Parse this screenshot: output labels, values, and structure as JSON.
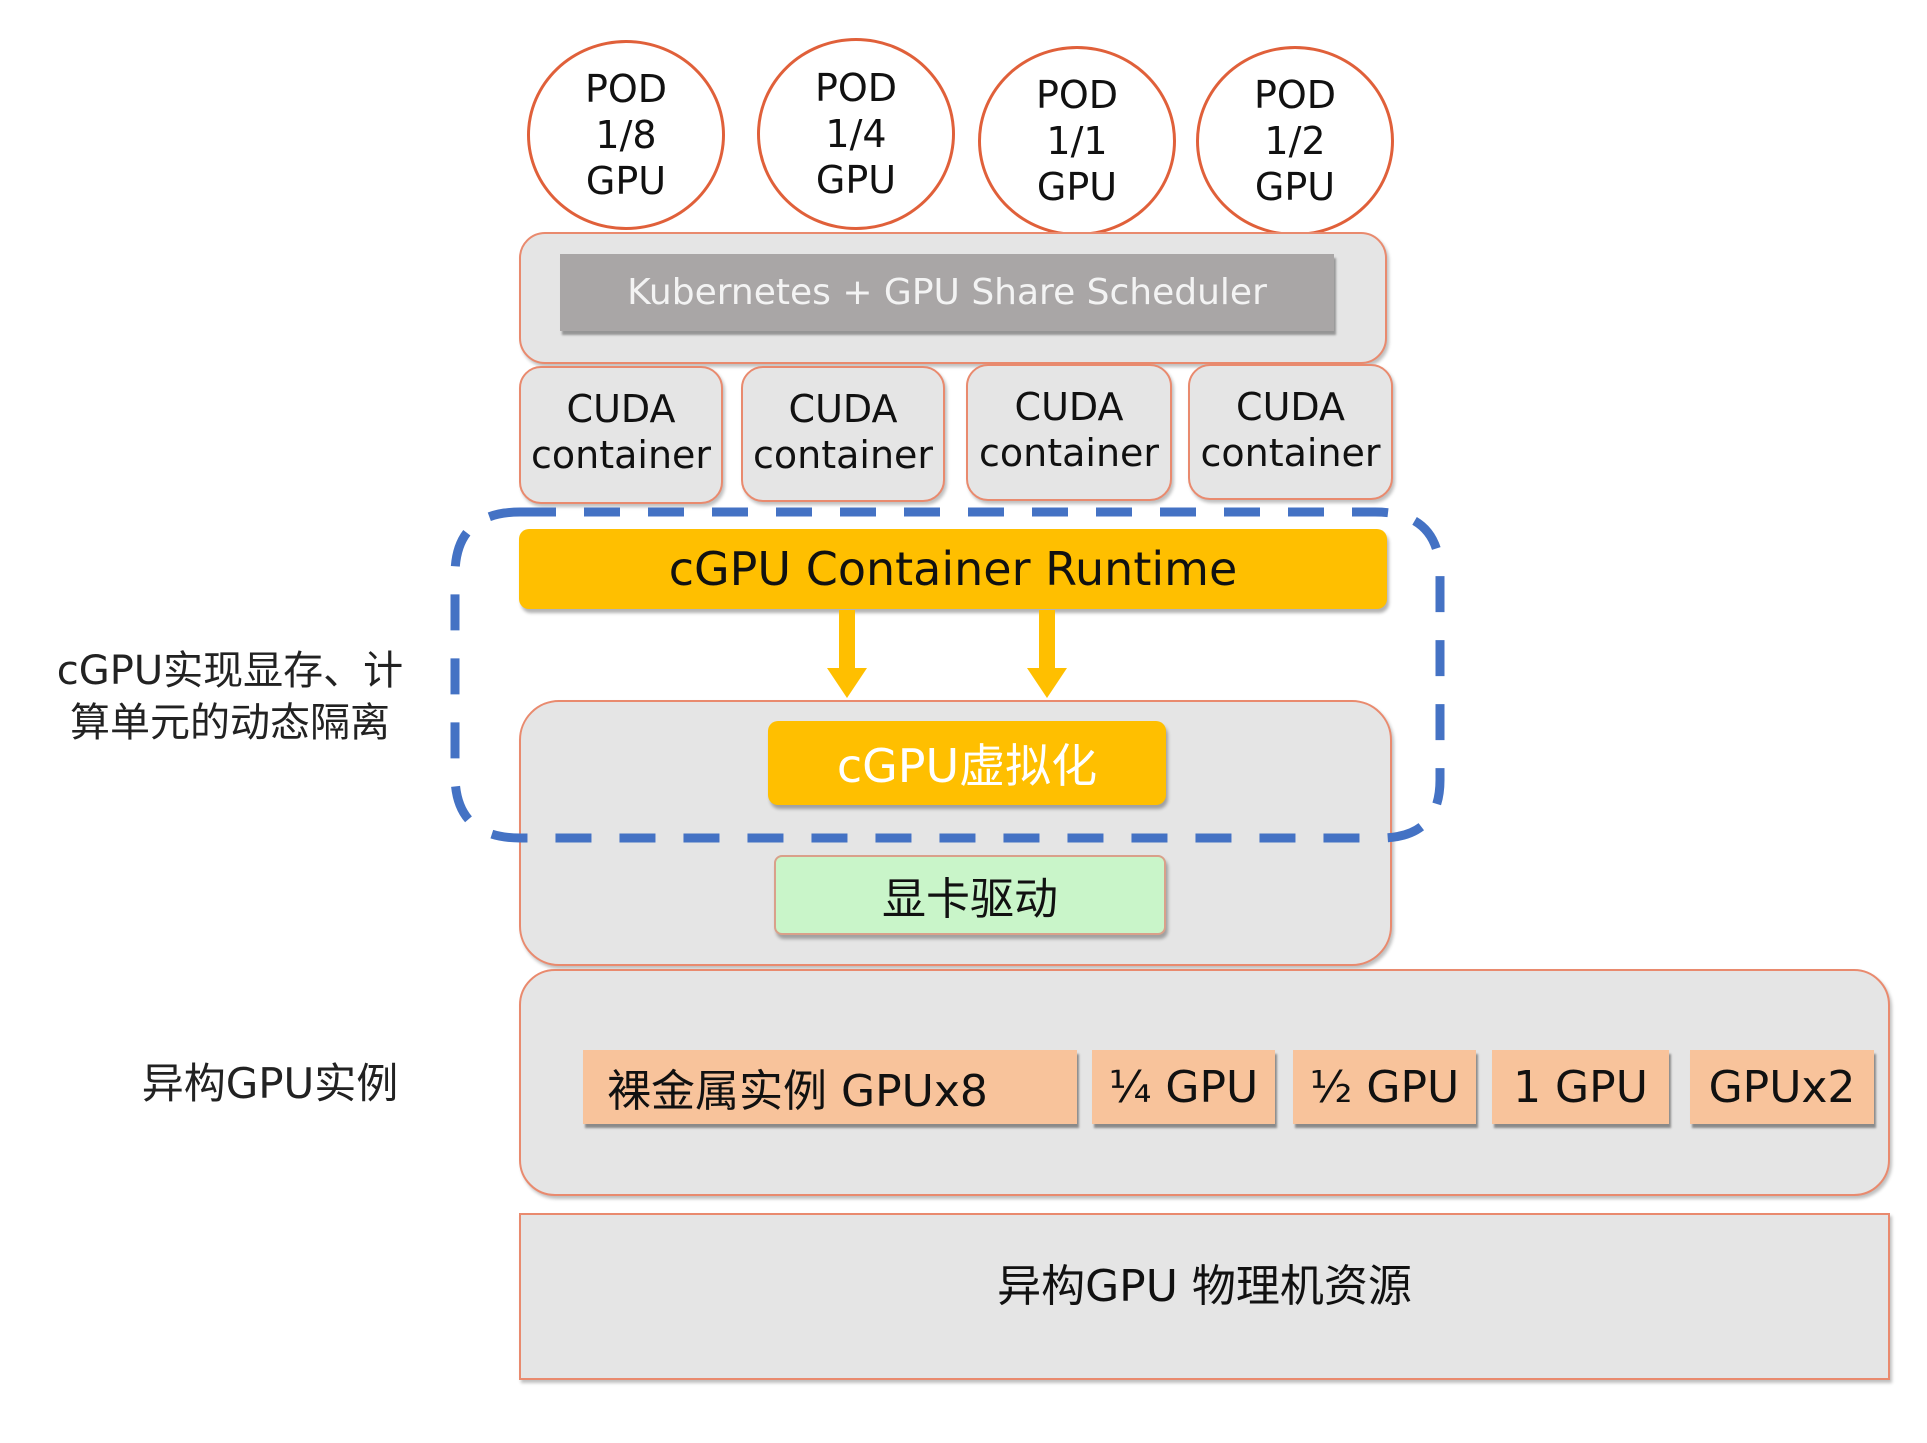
{
  "pods": [
    {
      "text": "POD\n1/8\nGPU"
    },
    {
      "text": "POD\n1/4\nGPU"
    },
    {
      "text": "POD\n1/1\nGPU"
    },
    {
      "text": "POD\n1/2\nGPU"
    }
  ],
  "scheduler": {
    "label": "Kubernetes + GPU Share Scheduler"
  },
  "containers": [
    {
      "text": "CUDA\ncontainer"
    },
    {
      "text": "CUDA\ncontainer"
    },
    {
      "text": "CUDA\ncontainer"
    },
    {
      "text": "CUDA\ncontainer"
    }
  ],
  "runtime": {
    "label": "cGPU Container Runtime"
  },
  "virtualization": {
    "label": "cGPU虚拟化"
  },
  "driver": {
    "label": "显卡驱动"
  },
  "isolation_note": {
    "line1": "cGPU实现显存、计",
    "line2": "算单元的动态隔离"
  },
  "instance_layer": {
    "label": "异构GPU实例",
    "chips": [
      {
        "label": "裸金属实例 GPUx8"
      },
      {
        "label": "¼ GPU"
      },
      {
        "label": "½ GPU"
      },
      {
        "label": "1 GPU"
      },
      {
        "label": "GPUx2"
      }
    ]
  },
  "physical_layer": {
    "label": "异构GPU 物理机资源"
  },
  "colors": {
    "pod_border": "#e0603a",
    "panel_fill": "#e5e5e5",
    "scheduler_fill": "#a9a6a6",
    "runtime_fill": "#ffbf00",
    "driver_fill": "#c9f5c9",
    "chip_fill": "#f8c39b",
    "dashed_border": "#4472c4"
  }
}
